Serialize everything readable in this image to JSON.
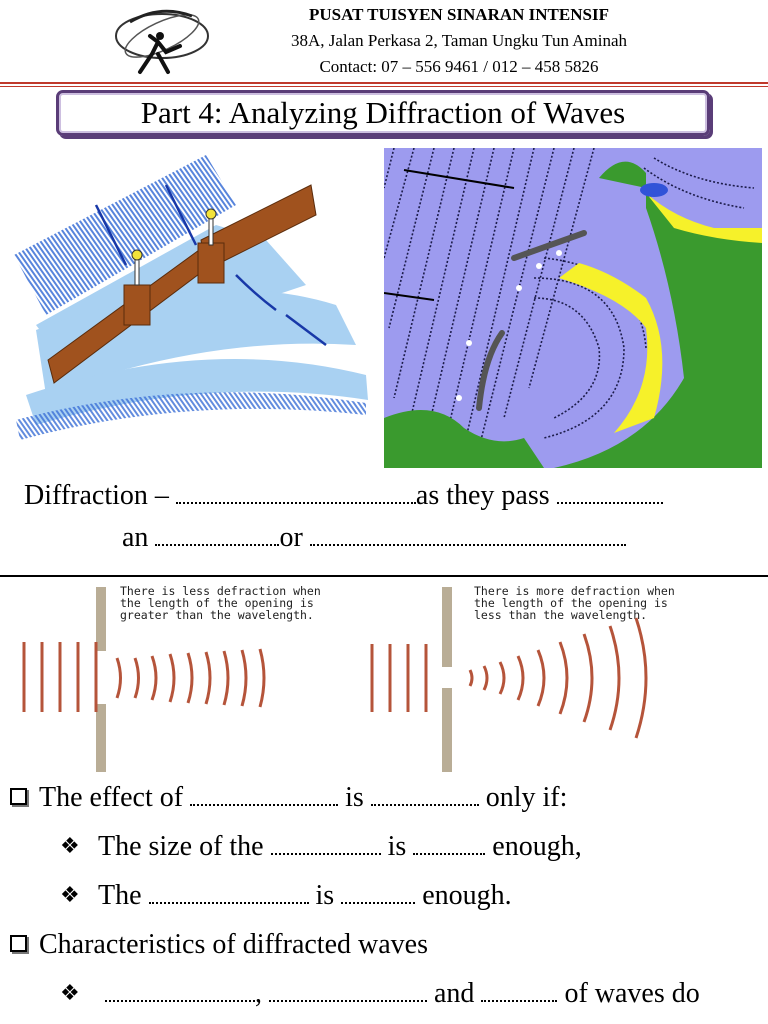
{
  "header": {
    "school_name": "PUSAT TUISYEN SINARAN INTENSIF",
    "address": "38A, Jalan Perkasa 2, Taman Ungku Tun Aminah",
    "contact": "Contact: 07 – 556 9461 / 012 – 458 5826"
  },
  "title": "Part 4: Analyzing Diffraction of Waves",
  "definition": {
    "line1_start": "Diffraction –",
    "line1_mid": "as they pass",
    "line2_start": "an",
    "line2_mid": "or"
  },
  "figure_captions": {
    "left": [
      "There is less defraction when",
      "the length of the opening is",
      "greater than the wavelength."
    ],
    "right": [
      "There is more defraction when",
      "the length of the opening is",
      "less than the wavelength."
    ]
  },
  "conditions": {
    "intro_a": "The effect of",
    "intro_b": "is",
    "intro_c": "only if:",
    "item1_a": "The size of the",
    "item1_b": "is",
    "item1_c": "enough,",
    "item2_a": "The",
    "item2_b": "is",
    "item2_c": "enough."
  },
  "characteristics": {
    "heading": "Characteristics of diffracted waves",
    "item1_comma": ",",
    "item1_and": "and",
    "item1_end": "of waves do"
  },
  "colors": {
    "accent_border": "#5a3d78",
    "header_rule": "#c0392b",
    "wave_lines": "#b5543a",
    "water": "#9d9bef",
    "land": "#3a9a2e"
  },
  "icons": [
    "checkbox-bullet-icon",
    "diamond-bullet-icon"
  ]
}
